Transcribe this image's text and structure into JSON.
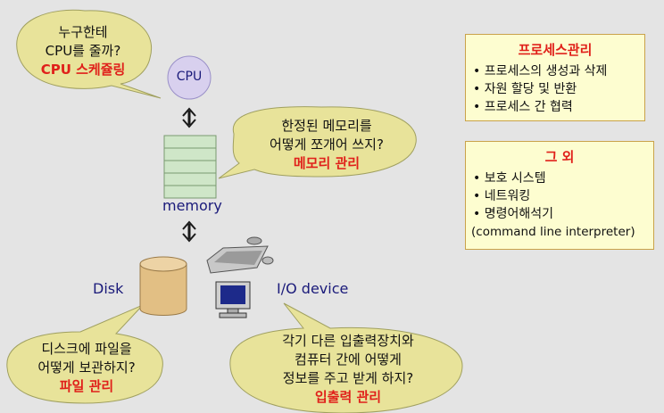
{
  "bubbles": {
    "cpu": {
      "lines": [
        "누구한테",
        "CPU를 줄까?"
      ],
      "highlight": "CPU 스케쥴링"
    },
    "memory": {
      "lines": [
        "한정된 메모리를",
        "어떻게 쪼개어 쓰지?"
      ],
      "highlight": "메모리 관리"
    },
    "disk": {
      "lines": [
        "디스크에 파일을",
        "어떻게 보관하지?"
      ],
      "highlight": "파일 관리"
    },
    "io": {
      "lines": [
        "각기 다른 입출력장치와",
        "컴퓨터 간에 어떻게",
        "정보를 주고 받게 하지?"
      ],
      "highlight": "입출력 관리"
    }
  },
  "labels": {
    "cpu": "CPU",
    "memory": "memory",
    "disk": "Disk",
    "io": "I/O device"
  },
  "process_box": {
    "title": "프로세스관리",
    "items": [
      "프로세스의 생성과 삭제",
      "자원 할당 및 반환",
      "프로세스 간 협력"
    ]
  },
  "other_box": {
    "title": "그 외",
    "items": [
      "보호 시스템",
      "네트워킹",
      "명령어해석기"
    ],
    "note": "(command line interpreter)"
  }
}
